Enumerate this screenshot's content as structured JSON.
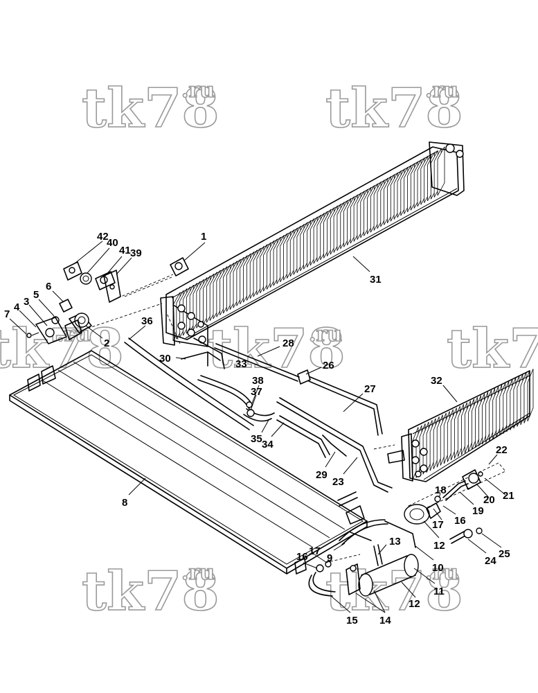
{
  "watermark": {
    "main": "tk78",
    "suffix": ".ru"
  },
  "callouts": [
    {
      "id": "1",
      "label": "1"
    },
    {
      "id": "2",
      "label": "2"
    },
    {
      "id": "3",
      "label": "3"
    },
    {
      "id": "4",
      "label": "4"
    },
    {
      "id": "5",
      "label": "5"
    },
    {
      "id": "6",
      "label": "6"
    },
    {
      "id": "7",
      "label": "7"
    },
    {
      "id": "8",
      "label": "8"
    },
    {
      "id": "9",
      "label": "9"
    },
    {
      "id": "10",
      "label": "10"
    },
    {
      "id": "11",
      "label": "11"
    },
    {
      "id": "12a",
      "label": "12"
    },
    {
      "id": "12b",
      "label": "12"
    },
    {
      "id": "13",
      "label": "13"
    },
    {
      "id": "14",
      "label": "14"
    },
    {
      "id": "15",
      "label": "15"
    },
    {
      "id": "16a",
      "label": "16"
    },
    {
      "id": "16b",
      "label": "16"
    },
    {
      "id": "17a",
      "label": "17"
    },
    {
      "id": "17b",
      "label": "17"
    },
    {
      "id": "18",
      "label": "18"
    },
    {
      "id": "19",
      "label": "19"
    },
    {
      "id": "20",
      "label": "20"
    },
    {
      "id": "21",
      "label": "21"
    },
    {
      "id": "22",
      "label": "22"
    },
    {
      "id": "23",
      "label": "23"
    },
    {
      "id": "24",
      "label": "24"
    },
    {
      "id": "25",
      "label": "25"
    },
    {
      "id": "26",
      "label": "26"
    },
    {
      "id": "27",
      "label": "27"
    },
    {
      "id": "28",
      "label": "28"
    },
    {
      "id": "29",
      "label": "29"
    },
    {
      "id": "30",
      "label": "30"
    },
    {
      "id": "31",
      "label": "31"
    },
    {
      "id": "32",
      "label": "32"
    },
    {
      "id": "33",
      "label": "33"
    },
    {
      "id": "34",
      "label": "34"
    },
    {
      "id": "35",
      "label": "35"
    },
    {
      "id": "36",
      "label": "36"
    },
    {
      "id": "37",
      "label": "37"
    },
    {
      "id": "38",
      "label": "38"
    },
    {
      "id": "39",
      "label": "39"
    },
    {
      "id": "40",
      "label": "40"
    },
    {
      "id": "41",
      "label": "41"
    },
    {
      "id": "42",
      "label": "42"
    }
  ],
  "colors": {
    "line": "#000000",
    "watermark_outline": "#9a9a9a",
    "background": "#ffffff"
  }
}
